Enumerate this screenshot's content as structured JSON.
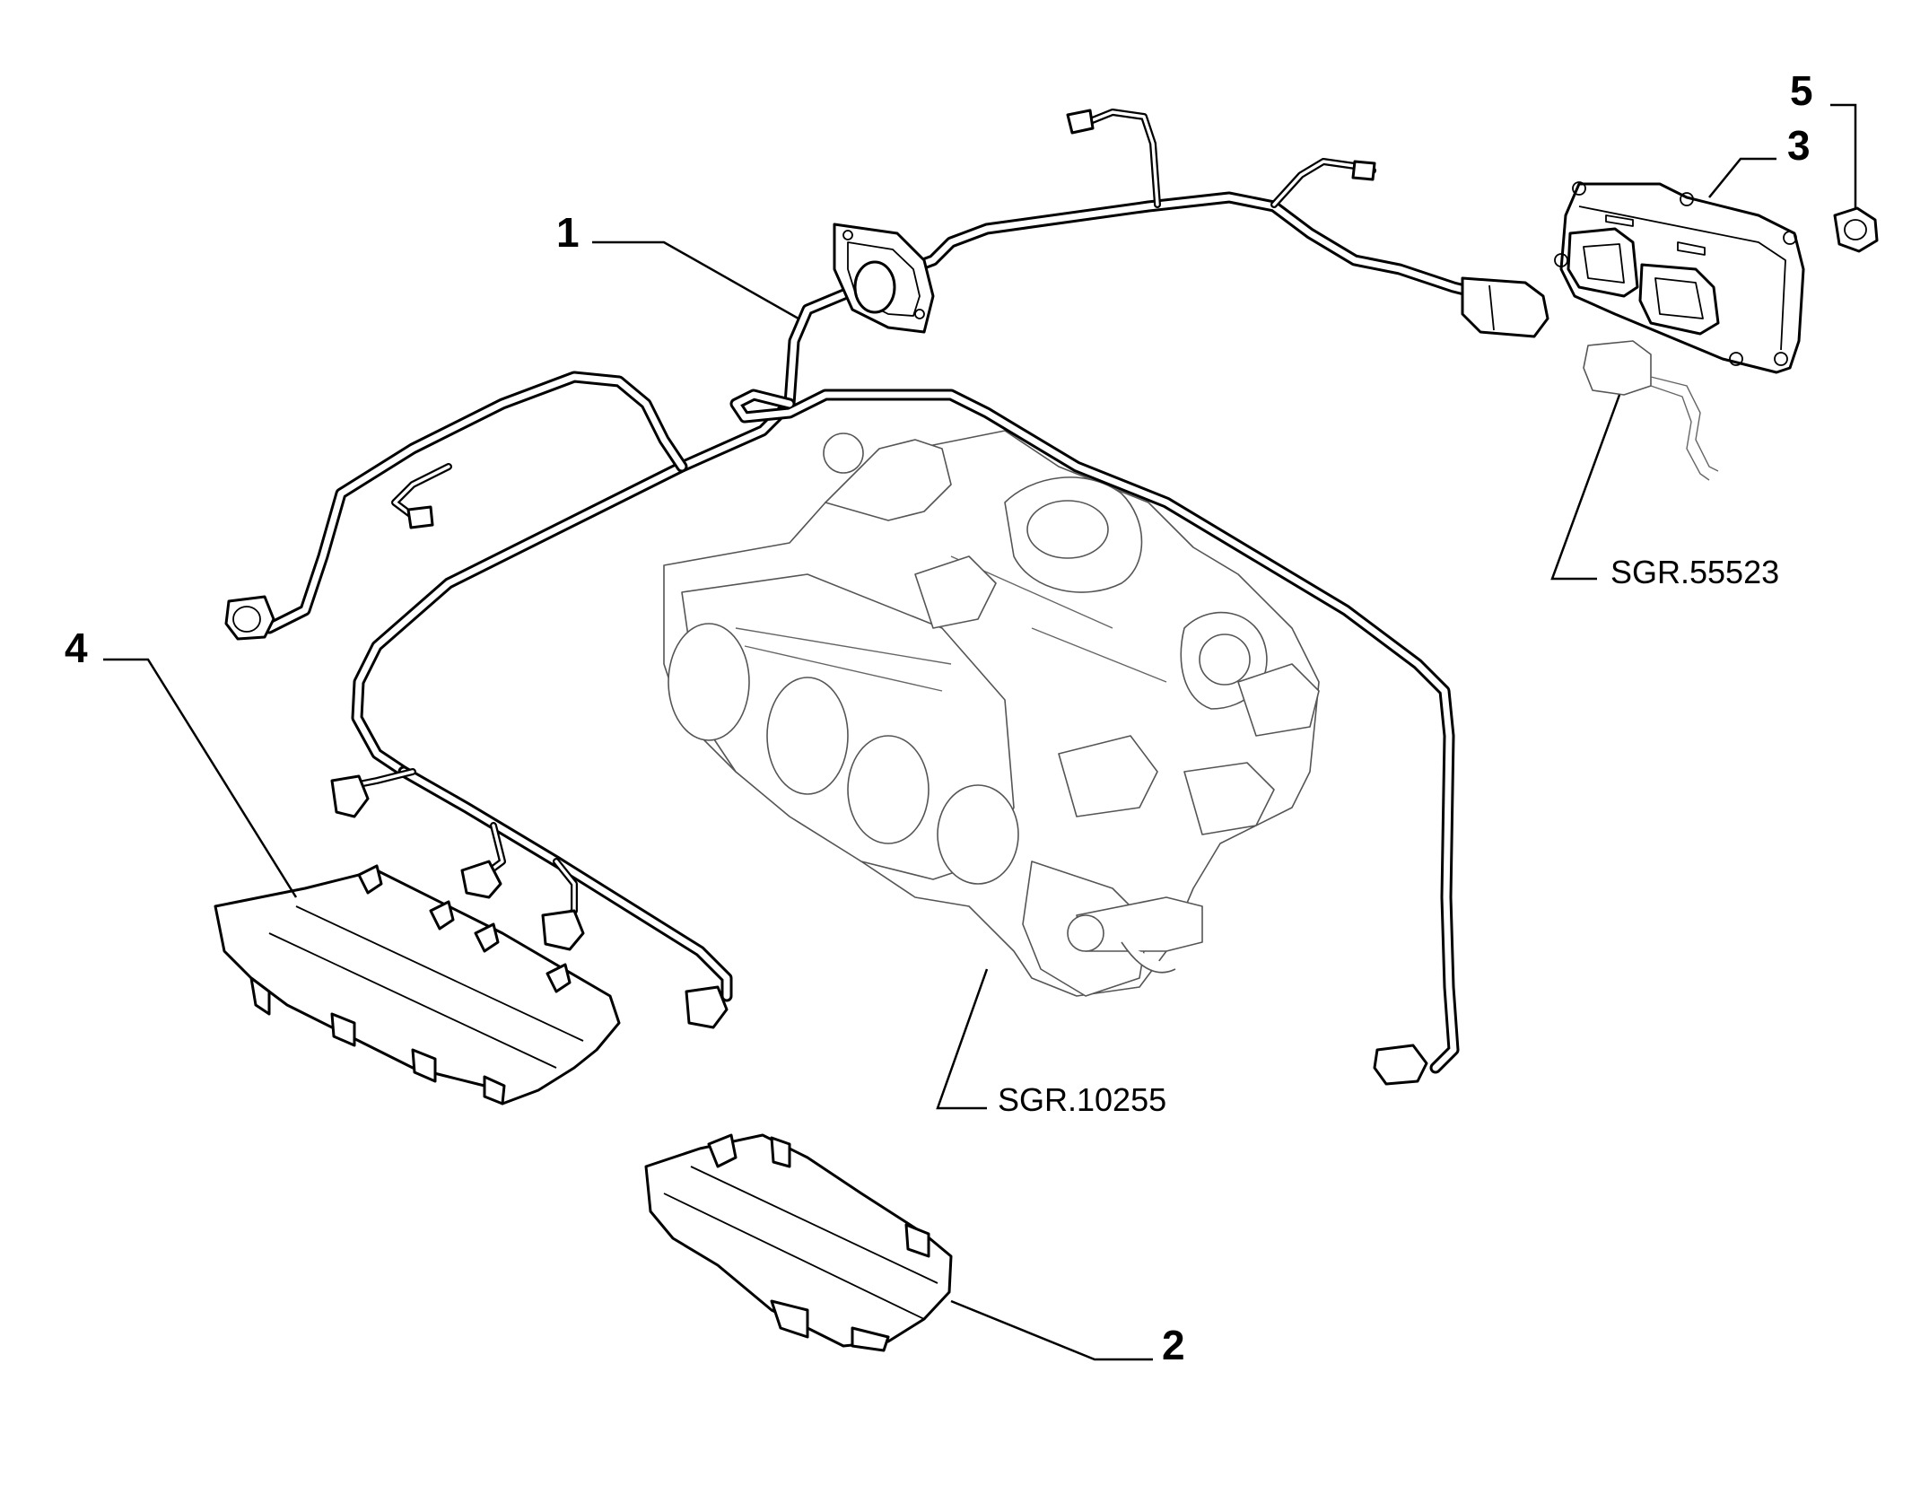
{
  "callouts": {
    "c1": "1",
    "c2": "2",
    "c3": "3",
    "c4": "4",
    "c5": "5"
  },
  "references": {
    "ref_intake": "SGR.10255",
    "ref_module": "SGR.55523"
  },
  "colors": {
    "line": "#000000",
    "ghost": "#555555",
    "background": "#ffffff"
  }
}
